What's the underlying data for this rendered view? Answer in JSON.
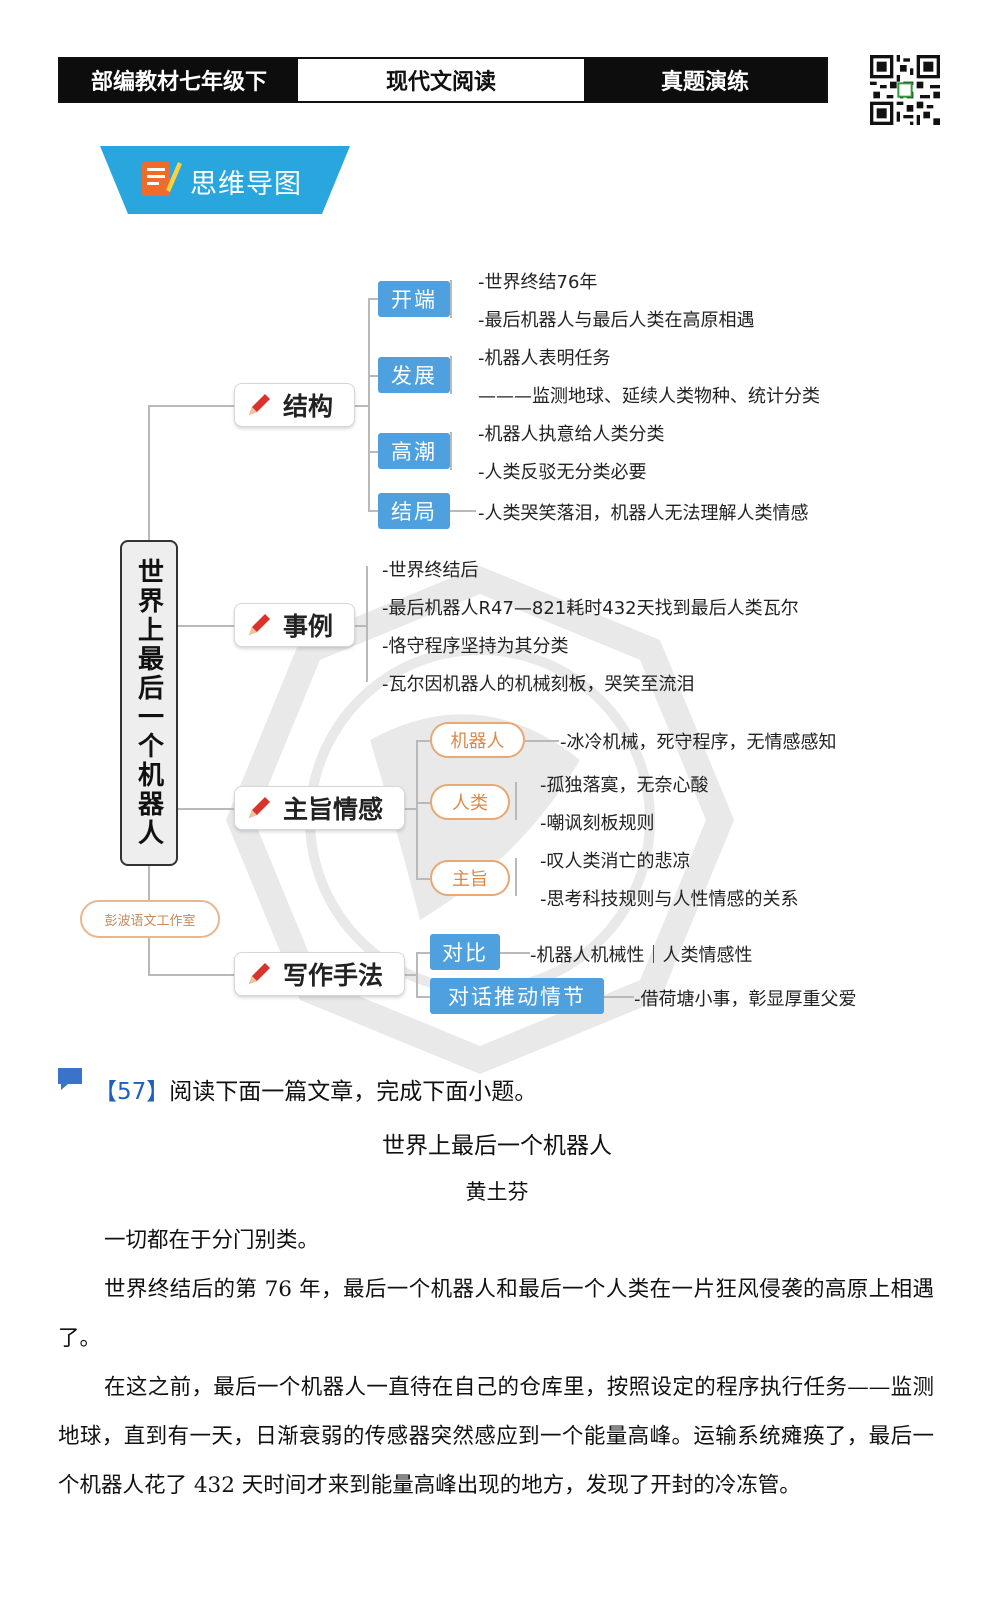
{
  "header": {
    "grade": "部编教材七年级下",
    "subject": "现代文阅读",
    "section": "真题演练"
  },
  "banner": {
    "label": "思维导图"
  },
  "mindmap": {
    "root": "世界上最后一个机器人",
    "stamp": "彭波语文工作室",
    "structure": {
      "label": "结构",
      "kaiduan": {
        "tag": "开端",
        "leaves": [
          "-世界终结76年",
          "-最后机器人与最后人类在高原相遇"
        ]
      },
      "fazhan": {
        "tag": "发展",
        "leaves": [
          "-机器人表明任务",
          "———监测地球、延续人类物种、统计分类"
        ]
      },
      "gaochao": {
        "tag": "高潮",
        "leaves": [
          "-机器人执意给人类分类",
          "-人类反驳无分类必要"
        ]
      },
      "jieju": {
        "tag": "结局",
        "leaves": [
          "-人类哭笑落泪，机器人无法理解人类情感"
        ]
      }
    },
    "examples": {
      "label": "事例",
      "leaves": [
        "-世界终结后",
        "-最后机器人R47—821耗时432天找到最后人类瓦尔",
        "-恪守程序坚持为其分类",
        "-瓦尔因机器人的机械刻板，哭笑至流泪"
      ]
    },
    "theme": {
      "label": "主旨情感",
      "robot": {
        "tag": "机器人",
        "leaves": [
          "-冰冷机械，死守程序，无情感感知"
        ]
      },
      "human": {
        "tag": "人类",
        "leaves": [
          "-孤独落寞，无奈心酸",
          "-嘲讽刻板规则"
        ]
      },
      "main": {
        "tag": "主旨",
        "leaves": [
          "-叹人类消亡的悲凉",
          "-思考科技规则与人性情感的关系"
        ]
      }
    },
    "technique": {
      "label": "写作手法",
      "contrast": {
        "tag": "对比",
        "leaves": [
          "-机器人机械性｜人类情感性"
        ]
      },
      "dialogue": {
        "tag": "对话推动情节",
        "leaves": [
          "-借荷塘小事，彰显厚重父爱"
        ]
      }
    }
  },
  "question": {
    "number": "【57】",
    "prompt": "阅读下面一篇文章，完成下面小题。"
  },
  "article": {
    "title": "世界上最后一个机器人",
    "author": "黄土芬",
    "paragraphs": [
      "一切都在于分门别类。",
      "世界终结后的第 76 年，最后一个机器人和最后一个人类在一片狂风侵袭的高原上相遇了。",
      "在这之前，最后一个机器人一直待在自己的仓库里，按照设定的程序执行任务——监测地球，直到有一天，日渐衰弱的传感器突然感应到一个能量高峰。运输系统瘫痪了，最后一个机器人花了 432 天时间才来到能量高峰出现的地方，发现了开封的冷冻管。"
    ]
  }
}
